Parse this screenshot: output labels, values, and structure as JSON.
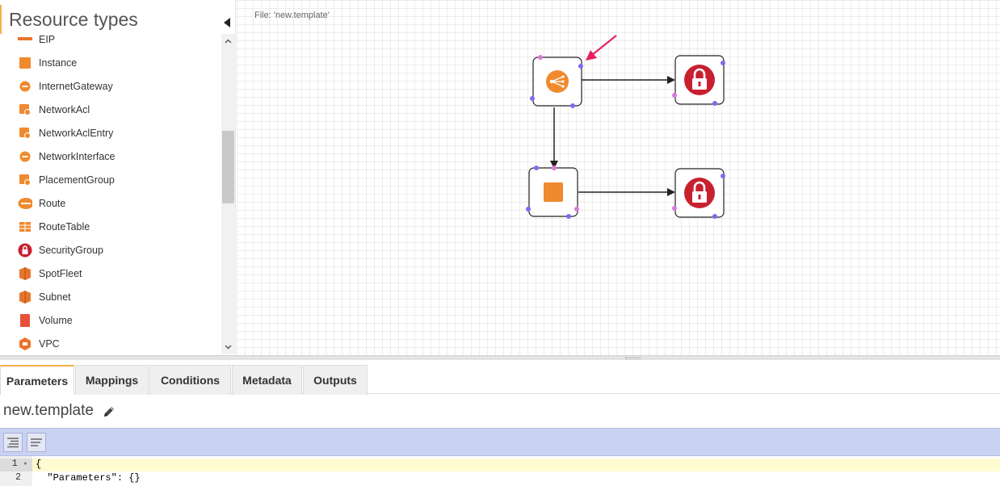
{
  "sidebar": {
    "title": "Resource types",
    "items": [
      {
        "label": "EIP",
        "icon": "eip-icon",
        "color": "#e8742e"
      },
      {
        "label": "Instance",
        "icon": "instance-icon",
        "color": "#f08a2e"
      },
      {
        "label": "InternetGateway",
        "icon": "internet-gateway-icon",
        "color": "#f08a2e"
      },
      {
        "label": "NetworkAcl",
        "icon": "network-acl-icon",
        "color": "#f08a2e"
      },
      {
        "label": "NetworkAclEntry",
        "icon": "network-acl-entry-icon",
        "color": "#f08a2e"
      },
      {
        "label": "NetworkInterface",
        "icon": "network-interface-icon",
        "color": "#f08a2e"
      },
      {
        "label": "PlacementGroup",
        "icon": "placement-group-icon",
        "color": "#f08a2e"
      },
      {
        "label": "Route",
        "icon": "route-icon",
        "color": "#f08a2e"
      },
      {
        "label": "RouteTable",
        "icon": "route-table-icon",
        "color": "#f08a2e"
      },
      {
        "label": "SecurityGroup",
        "icon": "security-group-icon",
        "color": "#c8202f"
      },
      {
        "label": "SpotFleet",
        "icon": "spot-fleet-icon",
        "color": "#e8742e"
      },
      {
        "label": "Subnet",
        "icon": "subnet-icon",
        "color": "#e8742e"
      },
      {
        "label": "Volume",
        "icon": "volume-icon",
        "color": "#e8503a"
      },
      {
        "label": "VPC",
        "icon": "vpc-icon",
        "color": "#e8742e"
      }
    ]
  },
  "canvas": {
    "file_label": "File: 'new.template'",
    "nodes": [
      {
        "name": "elb-node",
        "icon": "load-balancer-icon"
      },
      {
        "name": "security-group-node-1",
        "icon": "lock-icon"
      },
      {
        "name": "instance-node",
        "icon": "instance-icon"
      },
      {
        "name": "security-group-node-2",
        "icon": "lock-icon"
      }
    ]
  },
  "tabs": [
    {
      "label": "Parameters",
      "active": true
    },
    {
      "label": "Mappings",
      "active": false
    },
    {
      "label": "Conditions",
      "active": false
    },
    {
      "label": "Metadata",
      "active": false
    },
    {
      "label": "Outputs",
      "active": false
    }
  ],
  "template_name": "new.template",
  "editor": {
    "lines": [
      {
        "number": "1",
        "text": "{"
      },
      {
        "number": "2",
        "text": "  \"Parameters\": {}"
      }
    ]
  },
  "colors": {
    "accent": "#f3b04a",
    "aws_orange": "#f08a2e",
    "security_red": "#c8202f",
    "port_purple": "#7b6cf0",
    "port_pink": "#d77ad9",
    "arrow_pink": "#e8205a",
    "toolbar_bg": "#c9d2f3"
  }
}
